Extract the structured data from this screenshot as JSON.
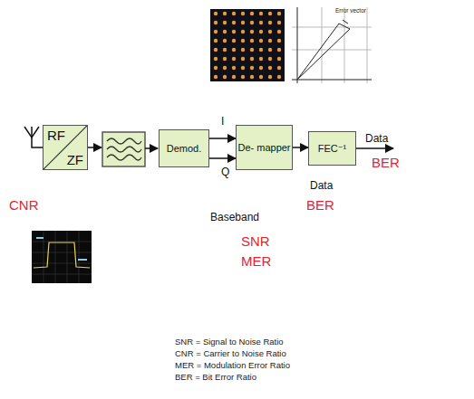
{
  "diagram": {
    "nodes": [
      {
        "text": [
          "RF",
          "ZF"
        ]
      },
      {
        "text": [
          "Demod."
        ]
      },
      {
        "text": [
          "De- mapper"
        ]
      },
      {
        "text": [
          "FEC⁻¹"
        ]
      }
    ],
    "edges": [
      {
        "from": 1,
        "to": 2,
        "arrow": "to",
        "label": "I"
      },
      {
        "from": 1,
        "to": 2,
        "arrow": "to",
        "label": "Q"
      },
      {
        "from": 2,
        "to": 3,
        "arrow": "to"
      }
    ],
    "labels": [
      "CNR",
      "Baseband",
      "SNR",
      "MER",
      "Data",
      "BER",
      "Data",
      "BER",
      "Error vector",
      "SNR = Signal to Noise Ratio",
      "CNR = Carrier to Noise Ratio",
      "MER = Modulation Error Ratio",
      "BER = Bit Error Ratio"
    ]
  }
}
